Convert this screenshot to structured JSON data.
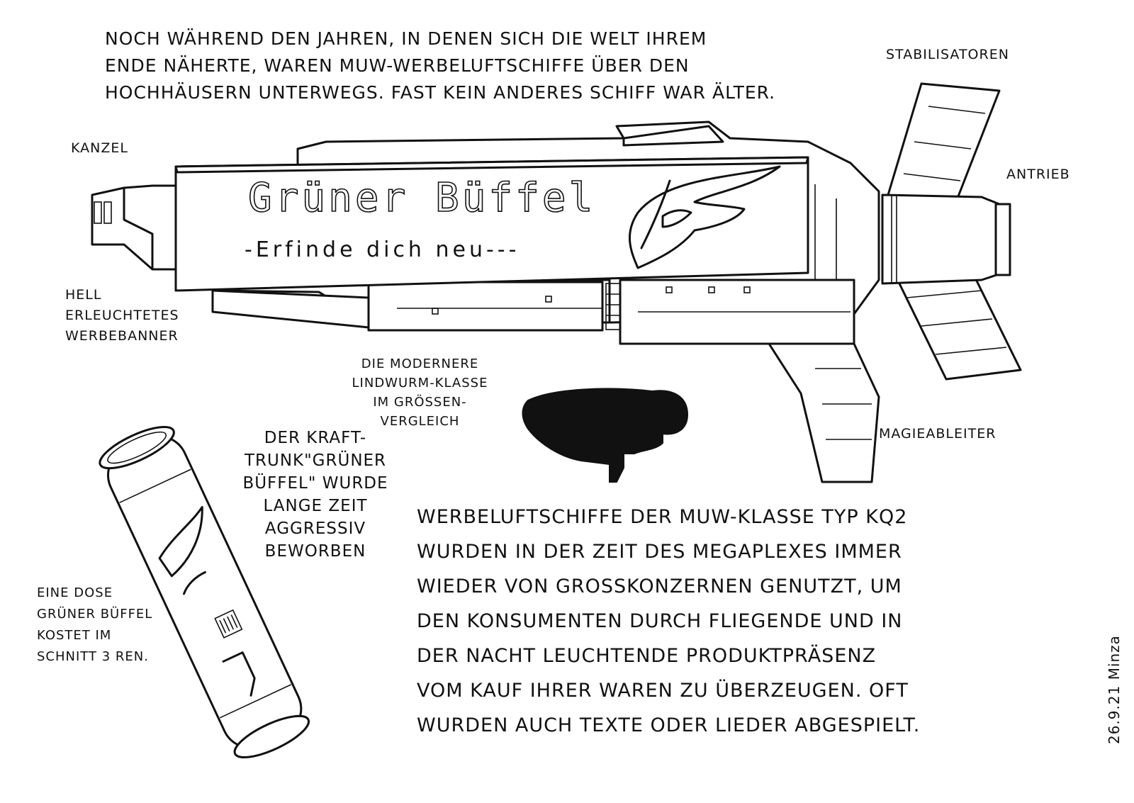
{
  "intro": {
    "lines": [
      "Noch während den Jahren, in denen sich die Welt ihrem",
      "Ende näherte, waren MUW-Werbeluftschiffe über den",
      "Hochhäusern unterwegs. Fast kein anderes Schiff war älter."
    ]
  },
  "labels": {
    "kanzel": "Kanzel",
    "stabilisatoren": "Stabilisatoren",
    "antrieb": "Antrieb",
    "magieableiter": "Magieableiter",
    "werbebanner": [
      "Hell",
      "erleuchtetes",
      "Werbebanner"
    ],
    "lindwurm": [
      "Die modernere",
      "Lindwurm-Klasse",
      "im Grössen-",
      "vergleich"
    ]
  },
  "banner": {
    "title": "Grüner Büffel",
    "slogan": "-Erfinde dich neu---"
  },
  "drink": {
    "lines": [
      "Der Kraft-",
      "trunk\"Grüner",
      "Büffel\" wurde",
      "lange Zeit",
      "aggressiv",
      "beworben"
    ]
  },
  "dose": {
    "lines": [
      "Eine Dose",
      "Grüner Büffel",
      "kostet im",
      "Schnitt 3 Ren."
    ]
  },
  "body": {
    "lines": [
      "Werbeluftschiffe der MUW-Klasse Typ KQ2",
      "wurden in der Zeit des Megaplexes immer",
      "wieder von Grosskonzernen genutzt, um",
      "den Konsumenten durch fliegende und in",
      "der Nacht leuchtende Produktpräsenz",
      "vom Kauf ihrer Waren zu überzeugen. Oft",
      "wurden auch Texte oder Lieder abgespielt."
    ]
  },
  "signature": "26.9.21 Minza"
}
